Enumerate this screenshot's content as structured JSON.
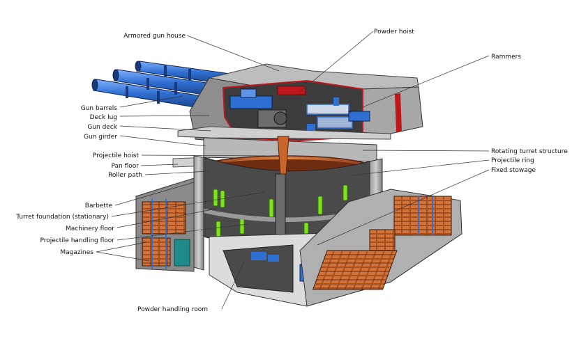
{
  "labels": {
    "armored_gun_house": "Armored gun house",
    "powder_hoist": "Powder hoist",
    "rammers": "Rammers",
    "gun_barrels": "Gun barrels",
    "deck_lug": "Deck lug",
    "gun_deck": "Gun deck",
    "gun_girder": "Gun girder",
    "rotating_turret_structure": "Rotating turret structure",
    "projectile_hoist": "Projectile hoist",
    "projectile_ring": "Projectile ring",
    "pan_floor": "Pan floor",
    "fixed_stowage": "Fixed stowage",
    "roller_path": "Roller path",
    "barbette": "Barbette",
    "turret_foundation": "Turret foundation (stationary)",
    "machinery_floor": "Machinery floor",
    "projectile_handling_floor": "Projectile handling floor",
    "magazines": "Magazines",
    "powder_handling_room": "Powder handling room"
  },
  "colors": {
    "barrel_blue": "#2f6fd1",
    "hull_gray": "#8c8c8c",
    "armor_red": "#c0171d",
    "rust_orange": "#c8652a",
    "shell_green": "#7ee21f",
    "dark_interior": "#3c3c3c"
  }
}
